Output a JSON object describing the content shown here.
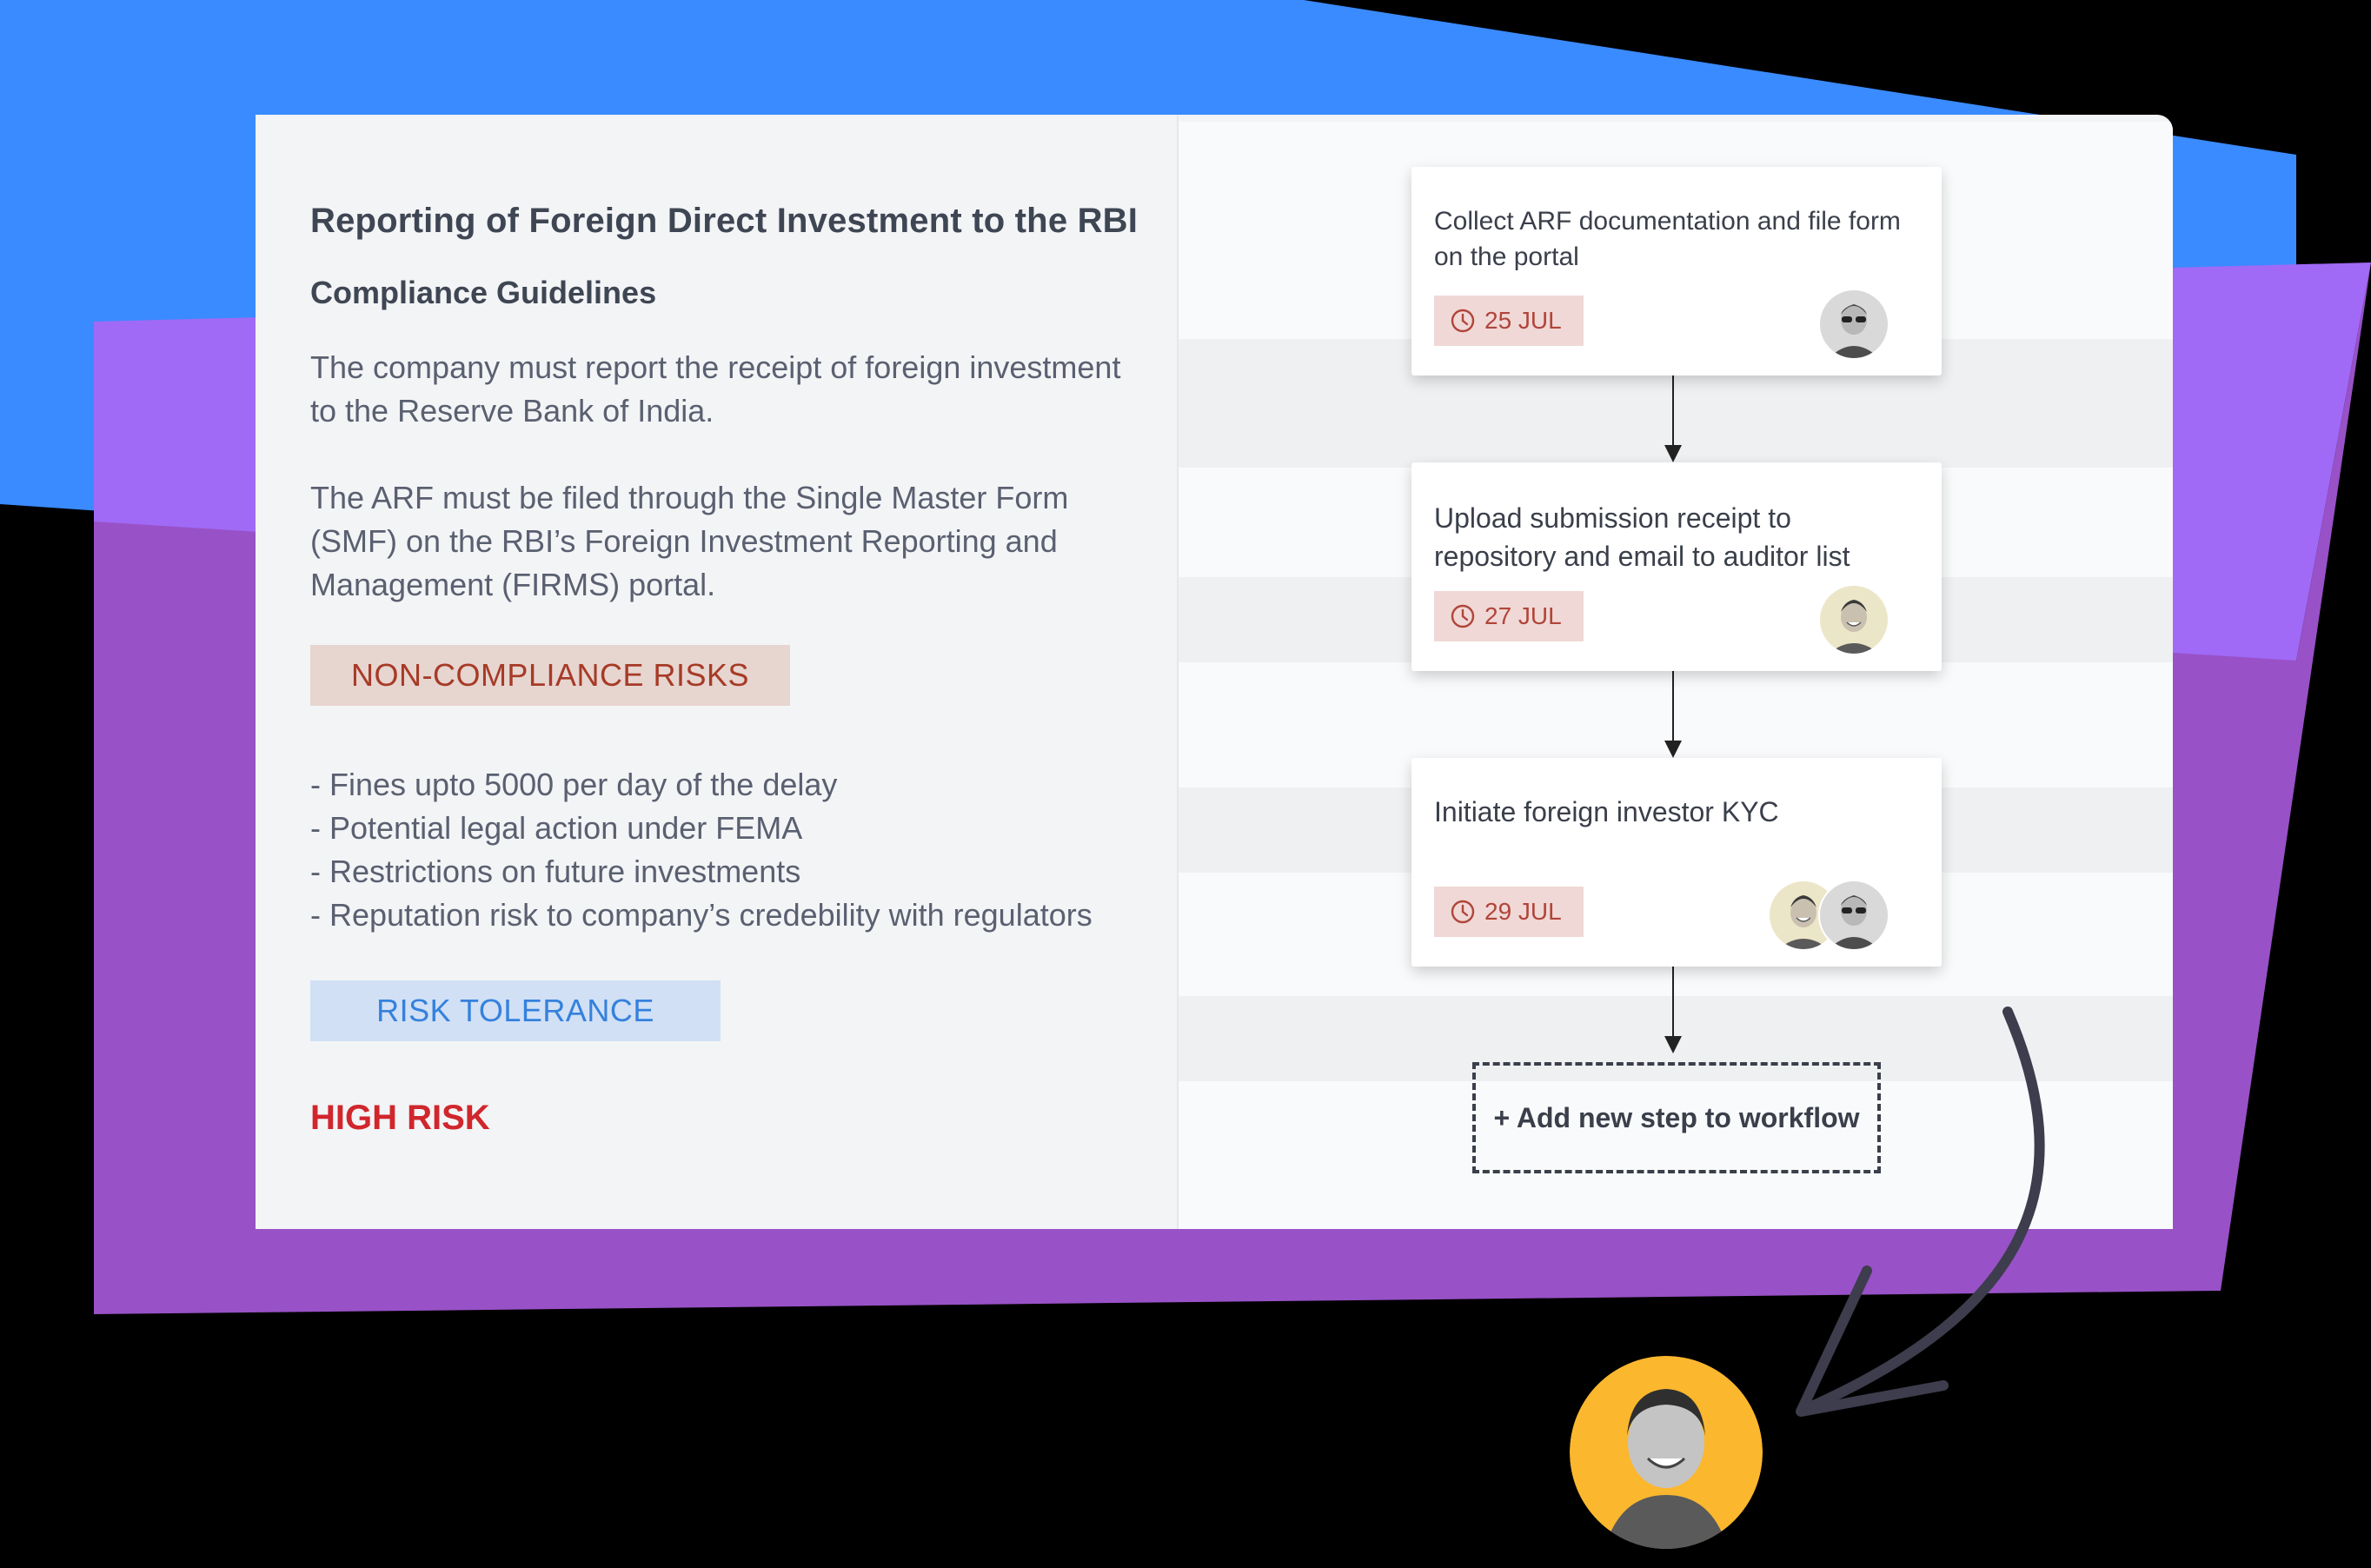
{
  "colors": {
    "blue_shape": "#3a8bff",
    "violet_shape": "#a06af6",
    "purple_shape": "#9851c6",
    "risk_badge_bg": "#e7d5d0",
    "risk_badge_text": "#a63b27",
    "tolerance_badge_bg": "#d1e0f5",
    "tolerance_badge_text": "#3581dd",
    "high_risk_text": "#d0262c",
    "date_chip_bg": "#f0d8d6",
    "date_chip_text": "#b0453a",
    "assignee_ring": "#fbb72e"
  },
  "guideline": {
    "title": "Reporting of Foreign Direct Investment to the RBI",
    "subtitle": "Compliance Guidelines",
    "paragraph_1": "The company must report the receipt of foreign investment to the Reserve Bank of India.",
    "paragraph_2": "The ARF must be filed through the Single Master Form (SMF) on the RBI’s Foreign Investment Reporting and Management (FIRMS) portal.",
    "risks_label": "NON-COMPLIANCE RISKS",
    "risks": [
      "- Fines upto 5000 per day of the delay",
      "- Potential legal action under FEMA",
      "- Restrictions on future investments",
      "- Reputation risk to company’s credebility with regulators"
    ],
    "tolerance_label": "RISK TOLERANCE",
    "tolerance_value": "HIGH RISK"
  },
  "workflow": {
    "steps": [
      {
        "text": "Collect ARF documentation and file form on the portal",
        "date": "25 JUL",
        "icon": "clock-icon",
        "assignees": [
          "person-with-glasses"
        ]
      },
      {
        "text": "Upload submission receipt to repository and email to auditor list",
        "date": "27 JUL",
        "icon": "clock-icon",
        "assignees": [
          "smiling-person"
        ]
      },
      {
        "text": "Initiate foreign investor KYC",
        "date": "29 JUL",
        "icon": "clock-icon",
        "assignees": [
          "smiling-person",
          "person-with-glasses"
        ]
      }
    ],
    "add_step_label": "+ Add new step to workflow"
  }
}
